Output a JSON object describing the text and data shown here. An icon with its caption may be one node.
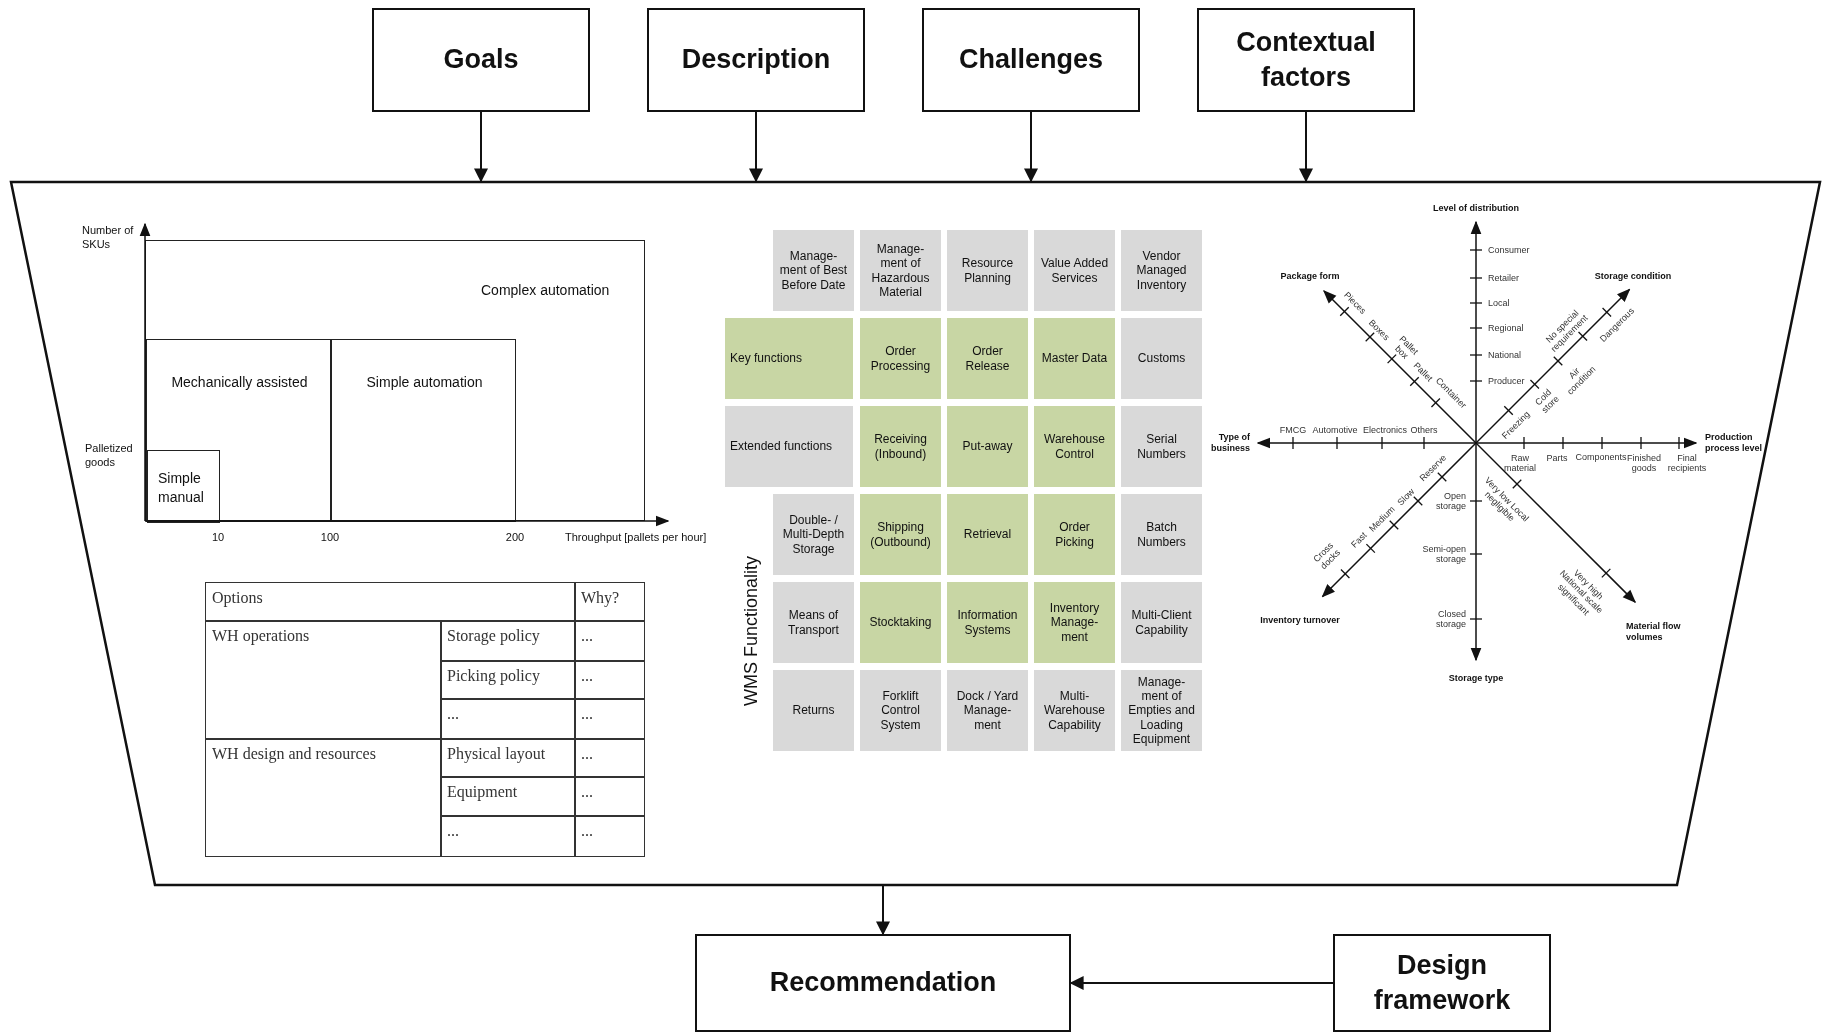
{
  "diagram": {
    "nodes": [
      {
        "text": [
          "Goals"
        ]
      },
      {
        "text": [
          "Description"
        ]
      },
      {
        "text": [
          "Challenges"
        ]
      },
      {
        "text": [
          "Contextual factors"
        ]
      },
      {
        "text": [],
        "shape": "trapezoid"
      },
      {
        "text": [
          "Complex automation"
        ],
        "in": 4
      },
      {
        "text": [
          "Mechanically assisted"
        ],
        "in": 5
      },
      {
        "text": [
          "Simple automation"
        ],
        "in": 5
      },
      {
        "text": [
          "Simple manual"
        ],
        "in": 6
      },
      {
        "text": [
          "Manage-ment of Best Before Date"
        ],
        "in": 4
      },
      {
        "text": [
          "Manage-ment of Hazardous Material"
        ],
        "in": 4
      },
      {
        "text": [
          "Resource Planning"
        ],
        "in": 4
      },
      {
        "text": [
          "Value Added Services"
        ],
        "in": 4
      },
      {
        "text": [
          "Vendor Managed Inventory"
        ],
        "in": 4
      },
      {
        "text": [
          "Key functions"
        ],
        "in": 4
      },
      {
        "text": [
          "Order Processing"
        ],
        "in": 4
      },
      {
        "text": [
          "Order Release"
        ],
        "in": 4
      },
      {
        "text": [
          "Master Data"
        ],
        "in": 4
      },
      {
        "text": [
          "Customs"
        ],
        "in": 4
      },
      {
        "text": [
          "Extended functions"
        ],
        "in": 4
      },
      {
        "text": [
          "Receiving (Inbound)"
        ],
        "in": 4
      },
      {
        "text": [
          "Put-away"
        ],
        "in": 4
      },
      {
        "text": [
          "Warehouse Control"
        ],
        "in": 4
      },
      {
        "text": [
          "Serial Numbers"
        ],
        "in": 4
      },
      {
        "text": [
          "Double- / Multi-Depth Storage"
        ],
        "in": 4
      },
      {
        "text": [
          "Shipping (Outbound)"
        ],
        "in": 4
      },
      {
        "text": [
          "Retrieval"
        ],
        "in": 4
      },
      {
        "text": [
          "Order Picking"
        ],
        "in": 4
      },
      {
        "text": [
          "Batch Numbers"
        ],
        "in": 4
      },
      {
        "text": [
          "Means of Transport"
        ],
        "in": 4
      },
      {
        "text": [
          "Stocktaking"
        ],
        "in": 4
      },
      {
        "text": [
          "Information Systems"
        ],
        "in": 4
      },
      {
        "text": [
          "Inventory Manage-ment"
        ],
        "in": 4
      },
      {
        "text": [
          "Multi-Client Capability"
        ],
        "in": 4
      },
      {
        "text": [
          "Returns"
        ],
        "in": 4
      },
      {
        "text": [
          "Forklift Control System"
        ],
        "in": 4
      },
      {
        "text": [
          "Dock / Yard Manage-ment"
        ],
        "in": 4
      },
      {
        "text": [
          "Multi-Warehouse Capability"
        ],
        "in": 4
      },
      {
        "text": [
          "Manage-ment of Empties and Loading Equipment"
        ],
        "in": 4
      },
      {
        "text": [
          "Recommendation"
        ]
      },
      {
        "text": [
          "Design framework"
        ]
      }
    ],
    "edges": [
      {
        "from": 0,
        "to": 4,
        "arrow": "to"
      },
      {
        "from": 1,
        "to": 4,
        "arrow": "to"
      },
      {
        "from": 2,
        "to": 4,
        "arrow": "to"
      },
      {
        "from": 3,
        "to": 4,
        "arrow": "to"
      },
      {
        "from": 4,
        "to": 39,
        "arrow": "to"
      },
      {
        "from": 40,
        "to": 39,
        "arrow": "to"
      }
    ],
    "labels": [
      "Number of SKUs",
      "Palletized goods",
      "10",
      "100",
      "200",
      "Throughput [pallets per hour]",
      "Options",
      "Why?",
      "WH operations",
      "Storage policy",
      "...",
      "Picking policy",
      "...",
      "...",
      "...",
      "WH design and resources",
      "Physical layout",
      "...",
      "Equipment",
      "...",
      "...",
      "...",
      "WMS Functionality",
      "Level of distribution",
      "Consumer",
      "Retailer",
      "Local",
      "Regional",
      "National",
      "Producer",
      "Package form",
      "Storage condition",
      "Pieces",
      "Boxes",
      "Pallet box",
      "No special requirement",
      "Dangerous",
      "Pallet",
      "Air condition",
      "Container",
      "Cold store",
      "Freezing",
      "Type of business",
      "FMCG",
      "Automotive",
      "Electronics",
      "Others",
      "Production process level",
      "Raw material",
      "Parts",
      "Components",
      "Finished goods",
      "Final recipients",
      "Reserve",
      "Slow",
      "Open storage",
      "Very low Local negligible",
      "Medium",
      "Fast",
      "Semi-open storage",
      "Cross docks",
      "Very high National scale significant",
      "Inventory turnover",
      "Closed storage",
      "Material flow volumes",
      "Storage type"
    ]
  }
}
